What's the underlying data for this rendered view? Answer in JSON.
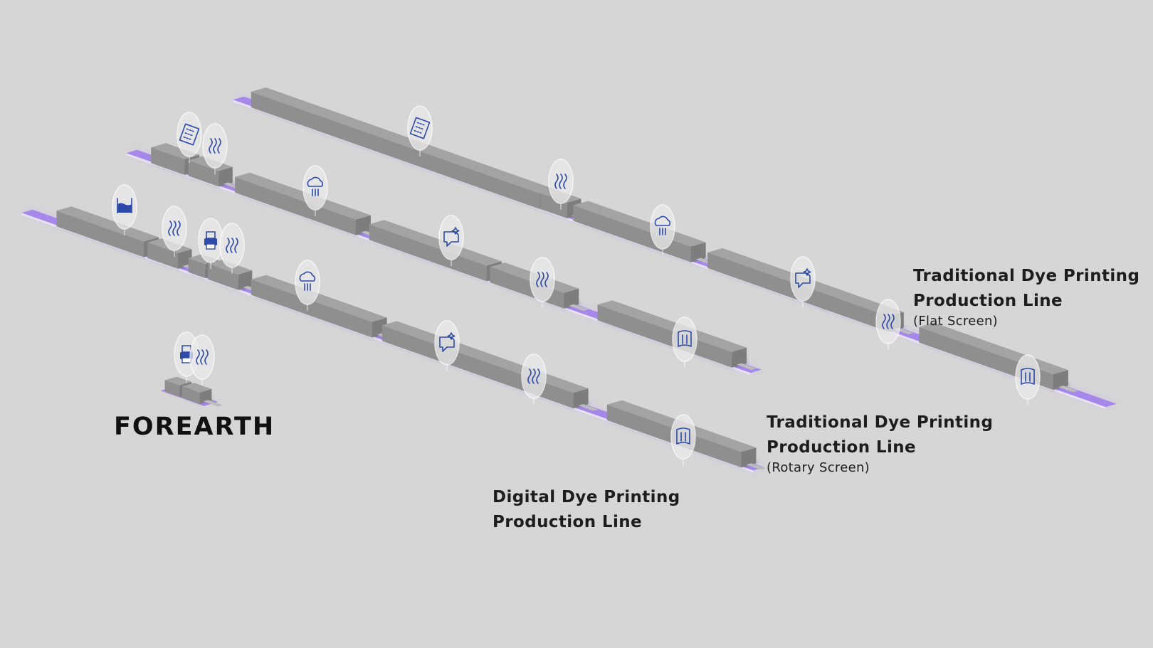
{
  "brand": {
    "logo_text": "FOREARTH"
  },
  "colors": {
    "background": "#d6d6d6",
    "conveyor": "#a588e9",
    "conveyor_glow": "#c7b4f5",
    "machine_top": "#a3a3a3",
    "machine_side": "#7d7d7d",
    "machine_front": "#8f8f8f",
    "icon_stroke": "#2d4aa8",
    "bubble": "#ebebeb"
  },
  "lines": [
    {
      "id": "flat",
      "title_line1": "Traditional Dye Printing",
      "title_line2": "Production Line",
      "subtitle": "(Flat Screen)",
      "stations": [
        "screen-icon",
        "steam-icon",
        "steamer-icon",
        "wash-icon",
        "steam-icon",
        "stenter-icon"
      ]
    },
    {
      "id": "rotary",
      "title_line1": "Traditional Dye Printing",
      "title_line2": "Production Line",
      "subtitle": "(Rotary Screen)",
      "stations": [
        "screen-icon",
        "steam-icon",
        "steamer-icon",
        "wash-icon",
        "steam-icon",
        "stenter-icon"
      ]
    },
    {
      "id": "digital",
      "title_line1": "Digital Dye Printing",
      "title_line2": "Production Line",
      "subtitle": "",
      "stations": [
        "dye-bath-icon",
        "steam-icon",
        "printer-icon",
        "steam-icon",
        "steamer-icon",
        "wash-icon",
        "steam-icon",
        "stenter-icon"
      ]
    }
  ],
  "standalone_unit": {
    "stations": [
      "printer-icon",
      "steam-icon"
    ]
  }
}
